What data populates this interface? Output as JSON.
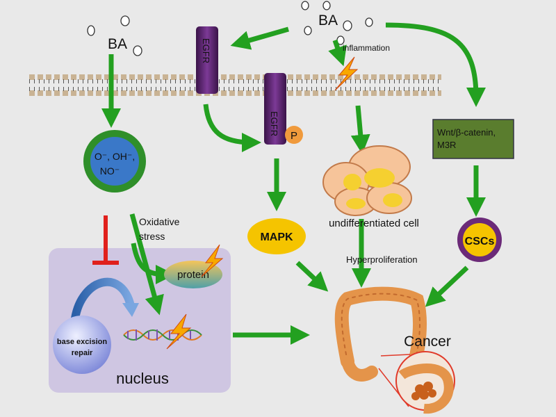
{
  "labels": {
    "ba_left": "BA",
    "ba_top": "BA",
    "inflammation": "inflammation",
    "egfr_top": "EGFR",
    "egfr_lower": "EGFR",
    "phospho": "P",
    "ros_line1": "O⁻, OH⁻,",
    "ros_line2": "NO⁻",
    "oxidative_line1": "Oxidative",
    "oxidative_line2": "stress",
    "protein": "protein",
    "ber_line1": "base excision",
    "ber_line2": "repair",
    "nucleus": "nucleus",
    "mapk": "MAPK",
    "undiff": "undifferentiated cell",
    "hyperprolif": "Hyperproliferation",
    "wnt_line1": "Wnt/β-catenin,",
    "wnt_line2": "M3R",
    "cscs": "CSCs",
    "cancer": "Cancer"
  },
  "colors": {
    "background": "#e9e9e9",
    "arrow_green": "#23a020",
    "inhibit_red": "#e0201c",
    "ros_ring": "#2f8f2a",
    "ros_fill": "#3a78c8",
    "egfr_purple": "#4a1f5a",
    "phospho_orange": "#f09a3c",
    "mapk_yellow": "#f5c400",
    "cell_peach": "#f6c49a",
    "nucleus_bg": "#cfc6e2",
    "wnt_box": "#5a7d2e",
    "csc_purple": "#6b2a78",
    "dna_helix": "#e07a24",
    "bolt": "#f8a800",
    "colon": "#e4944a"
  },
  "icons": [
    "lightning-bolt-icon",
    "dna-helix-icon",
    "colon-organ-icon",
    "tumor-magnifier-icon",
    "membrane-lipid-bilayer"
  ]
}
